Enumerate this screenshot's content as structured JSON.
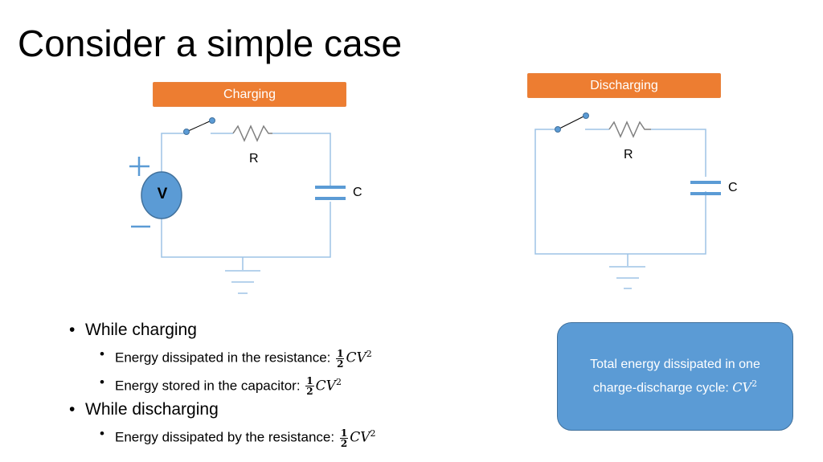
{
  "slide": {
    "title": "Consider a simple case"
  },
  "charging": {
    "label": "Charging",
    "source_label": "V",
    "resistor_label": "R",
    "capacitor_label": "C"
  },
  "discharging": {
    "label": "Discharging",
    "resistor_label": "R",
    "capacitor_label": "C"
  },
  "bullets": {
    "while_charging": "While charging",
    "charging_dissipated": "Energy dissipated in the resistance: ",
    "charging_stored": "Energy stored in the capacitor: ",
    "while_discharging": "While discharging",
    "discharging_dissipated": "Energy dissipated by the resistance: ",
    "frac_num": "1",
    "frac_den": "2",
    "expr": "CV",
    "exp": "2"
  },
  "summary": {
    "line1": "Total energy dissipated in one",
    "line2": "charge-discharge cycle: ",
    "expr": "CV",
    "exp": "2"
  },
  "colors": {
    "label_orange": "#ed7d31",
    "summary_blue": "#5b9bd5",
    "wire_blue": "#9dc3e6"
  }
}
